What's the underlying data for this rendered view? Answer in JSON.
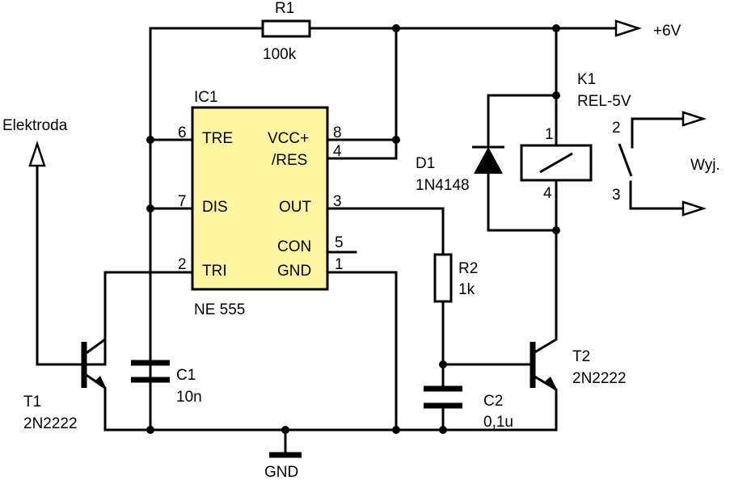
{
  "colors": {
    "ic_fill": "#fff5a3",
    "wire": "#000000",
    "background": "#ffffff"
  },
  "labels": {
    "r1": "R1",
    "r1_value": "100k",
    "vcc": "+6V",
    "ic1": "IC1",
    "ic_model": "NE 555",
    "k1": "K1",
    "k1_model": "REL-5V",
    "electrode": "Elektroda",
    "d1": "D1",
    "d1_model": "1N4148",
    "r2": "R2",
    "r2_value": "1k",
    "c1": "C1",
    "c1_value": "10n",
    "c2": "C2",
    "c2_value": "0,1u",
    "t1": "T1",
    "t1_model": "2N2222",
    "t2": "T2",
    "t2_model": "2N2222",
    "gnd": "GND",
    "output": "Wyj."
  },
  "ic_pins": {
    "tre": "TRE",
    "tre_num": "6",
    "dis": "DIS",
    "dis_num": "7",
    "tri": "TRI",
    "tri_num": "2",
    "vcc": "VCC+",
    "vcc_num": "8",
    "res": "/RES",
    "res_num": "4",
    "out": "OUT",
    "out_num": "3",
    "con": "CON",
    "con_num": "5",
    "gnd": "GND",
    "gnd_num": "1"
  },
  "relay_pins": {
    "coil_top": "1",
    "coil_bottom": "4",
    "contact_top": "2",
    "contact_bottom": "3"
  }
}
